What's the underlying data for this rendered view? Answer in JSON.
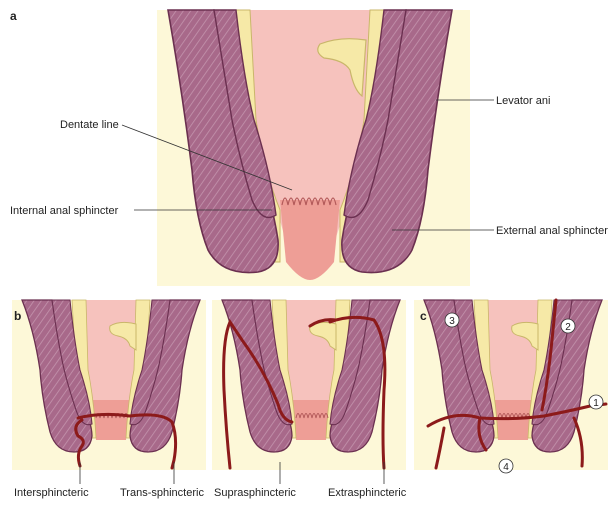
{
  "colors": {
    "background": "#fdf8d8",
    "muscle": "#a8698a",
    "muscle_dark": "#6b3050",
    "muscle_stripe": "#c494ad",
    "mucosa": "#f6c2bd",
    "mucosa_dark": "#ee9e96",
    "lining": "#f6e9a7",
    "fistula": "#8c1a1a",
    "label": "#222222"
  },
  "panel_a": {
    "letter": "a",
    "labels": {
      "dentate_line": "Dentate line",
      "internal_sphincter": "Internal anal sphincter",
      "levator_ani": "Levator ani",
      "external_sphincter": "External anal sphincter"
    }
  },
  "panel_b": {
    "letter": "b",
    "fistula_types": [
      "Intersphincteric",
      "Trans-sphincteric",
      "Suprasphincteric",
      "Extrasphincteric"
    ]
  },
  "panel_c": {
    "letter": "c",
    "markers": [
      "1",
      "2",
      "3",
      "4"
    ]
  },
  "icons": {
    "anal_canal": "anal-canal-cross-section-illustration",
    "fistula_tract": "fistula-tract-line"
  }
}
